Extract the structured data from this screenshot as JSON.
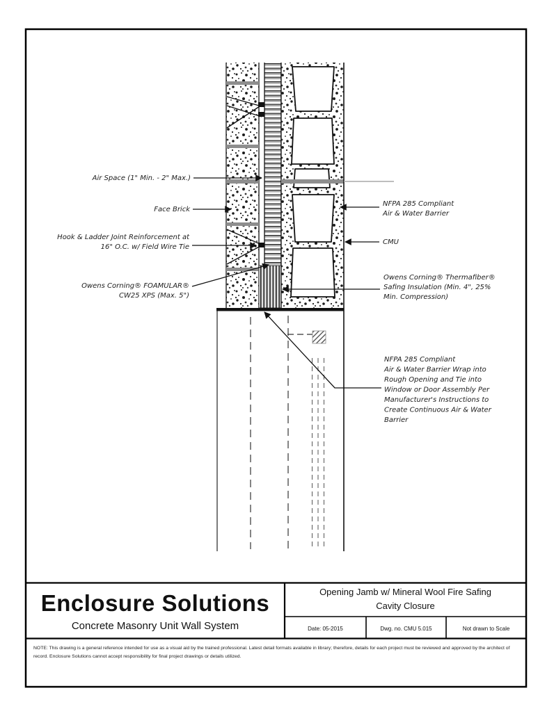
{
  "title_block": {
    "company": "Enclosure Solutions",
    "system": "Concrete Masonry Unit Wall System",
    "drawing_title_line1": "Opening Jamb w/ Mineral Wool Fire Safing",
    "drawing_title_line2": "Cavity Closure",
    "date": "Date: 05-2015",
    "drawing_no": "Dwg. no. CMU 5.015",
    "scale": "Not drawn to Scale",
    "note": "NOTE: This drawing is a general reference intended for use as a visual aid by the trained professional. Latest detail formats available in library; therefore, details for each project must be reviewed and approved by the architect of record. Enclosure Solutions cannot accept responsibility for final project drawings or details utilized."
  },
  "annotations": {
    "air_space": "Air Space (1\" Min. - 2\" Max.)",
    "face_brick": "Face Brick",
    "joint_reinforcement": [
      "Hook & Ladder Joint Reinforcement at",
      "16\" O.C. w/ Field Wire Tie"
    ],
    "cavity_insulation": [
      "Owens Corning® FOAMULAR®",
      "CW25 XPS (Max. 5\")"
    ],
    "air_water_barrier": [
      "NFPA 285 Compliant",
      "Air & Water Barrier"
    ],
    "cmu": "CMU",
    "safing": [
      "Owens Corning® Thermafiber®",
      "Safing Insulation (Min. 4\", 25%",
      "Min. Compression)"
    ],
    "barrier_wrap": [
      "NFPA 285 Compliant",
      "Air & Water Barrier Wrap into",
      "Rough Opening and Tie into",
      "Window or Door Assembly Per",
      "Manufacturer's Instructions to",
      "Create Continuous Air & Water",
      "Barrier"
    ]
  },
  "colors": {
    "line": "#1a1a1a",
    "mortar_gray": "#8e8e8e"
  }
}
